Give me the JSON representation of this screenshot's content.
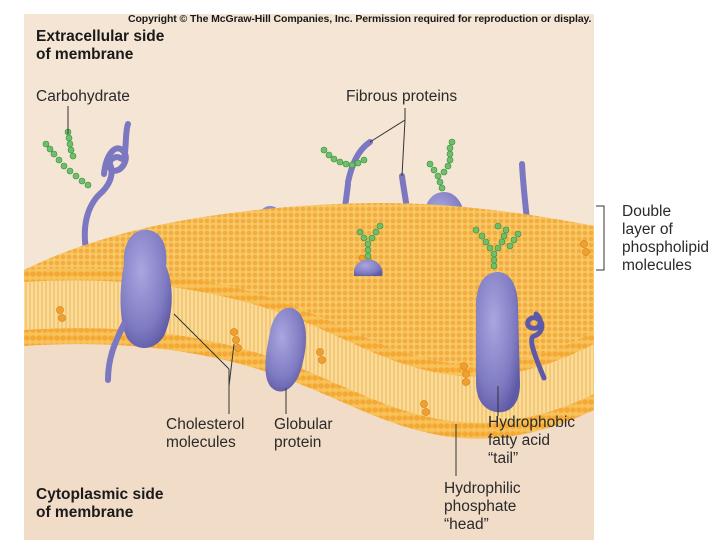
{
  "copyright": "Copyright © The McGraw-Hill Companies, Inc. Permission required for reproduction or display.",
  "labels": {
    "extracellular_line1": "Extracellular side",
    "extracellular_line2": "of membrane",
    "carbohydrate": "Carbohydrate",
    "fibrous_proteins": "Fibrous proteins",
    "double_layer_line1": "Double",
    "double_layer_line2": "layer of",
    "double_layer_line3": "phospholipid",
    "double_layer_line4": "molecules",
    "cholesterol_line1": "Cholesterol",
    "cholesterol_line2": "molecules",
    "globular_line1": "Globular",
    "globular_line2": "protein",
    "hydrophobic_line1": "Hydrophobic",
    "hydrophobic_line2": "fatty acid",
    "hydrophobic_line3": "“tail”",
    "hydrophilic_line1": "Hydrophilic",
    "hydrophilic_line2": "phosphate",
    "hydrophilic_line3": "“head”",
    "cytoplasmic_line1": "Cytoplasmic side",
    "cytoplasmic_line2": "of membrane"
  },
  "colors": {
    "panel_background": "#f3e2cf",
    "lipid_head": "#f6b545",
    "lipid_top_surface": "#f8c766",
    "lipid_tail": "#f7d37f",
    "protein": "#8a86c8",
    "protein_dark": "#5d59a8",
    "carbohydrate_chain": "#74c274",
    "cholesterol": "#f0a030"
  }
}
